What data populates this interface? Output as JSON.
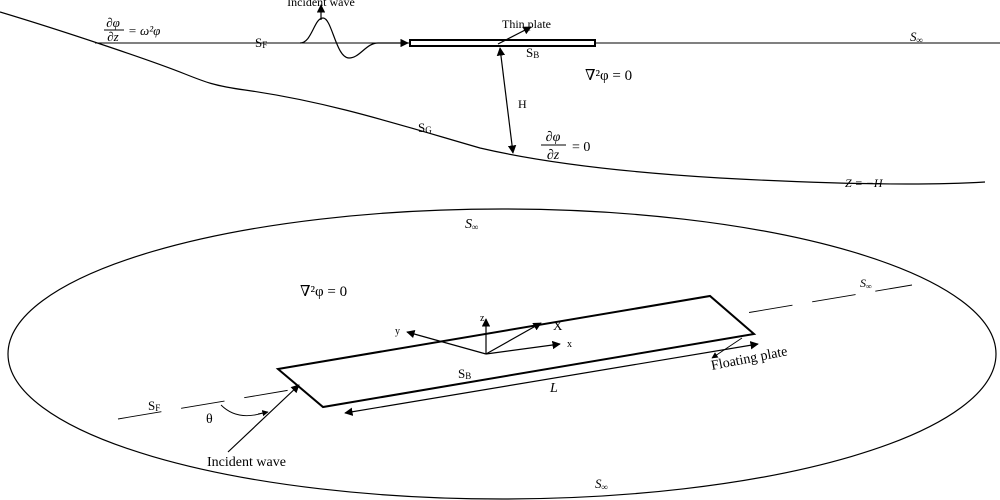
{
  "top_panel": {
    "incident_wave_label": "Incident wave",
    "thin_plate_label": "Thin plate",
    "free_surface_label": "S",
    "free_surface_sub": "F",
    "body_label": "S",
    "body_sub": "B",
    "far_field_label": "S",
    "far_field_sub": "∞",
    "seabed_label": "S",
    "seabed_sub": "G",
    "depth_label": "H",
    "laplace_equation": "∇²φ = 0",
    "free_surface_bc_num": "∂φ",
    "free_surface_bc_den": "∂z",
    "free_surface_bc_rhs": "= ω²φ",
    "seabed_bc_num": "∂φ",
    "seabed_bc_den": "∂z",
    "seabed_bc_rhs": "= 0",
    "seabed_depth_label": "Z = −H"
  },
  "bottom_panel": {
    "far_field_label_top": "S",
    "far_field_sub_top": "∞",
    "far_field_label_right": "S",
    "far_field_sub_right": "∞",
    "far_field_label_bottom": "S",
    "far_field_sub_bottom": "∞",
    "laplace_equation": "∇²φ = 0",
    "free_surface_label": "S",
    "free_surface_sub": "F",
    "body_label": "S",
    "body_sub": "B",
    "length_label": "L",
    "floating_plate_label": "Floating plate",
    "incident_wave_label": "Incident wave",
    "angle_label": "θ",
    "axis_z_label": "z",
    "axis_y_label": "y",
    "axis_x_label": "x",
    "axis_X_label": "X"
  }
}
